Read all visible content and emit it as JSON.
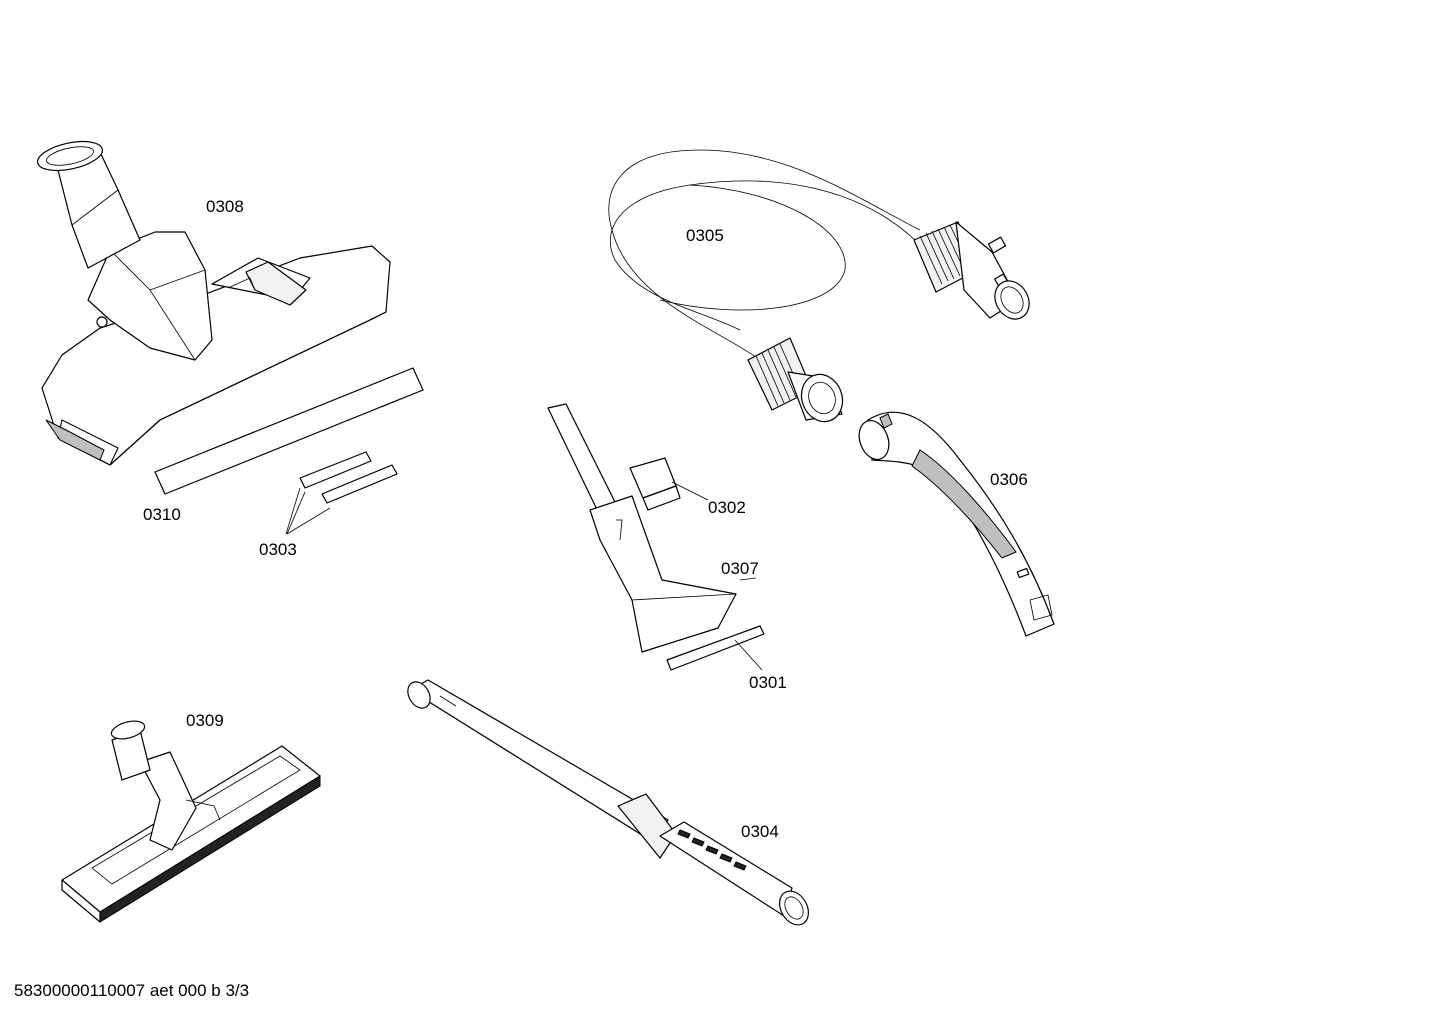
{
  "parts": [
    {
      "id": "p0308",
      "number": "0308",
      "part": "floor-nozzle"
    },
    {
      "id": "p0310",
      "number": "0310",
      "part": "nozzle-strip"
    },
    {
      "id": "p0303",
      "number": "0303",
      "part": "small-strips"
    },
    {
      "id": "p0305",
      "number": "0305",
      "part": "suction-hose"
    },
    {
      "id": "p0306",
      "number": "0306",
      "part": "hose-handle"
    },
    {
      "id": "p0302",
      "number": "0302",
      "part": "clip"
    },
    {
      "id": "p0307",
      "number": "0307",
      "part": "upholstery-nozzle"
    },
    {
      "id": "p0301",
      "number": "0301",
      "part": "nozzle-insert-strip"
    },
    {
      "id": "p0309",
      "number": "0309",
      "part": "parquet-brush"
    },
    {
      "id": "p0304",
      "number": "0304",
      "part": "telescopic-tube"
    }
  ],
  "labels": {
    "p0308": "0308",
    "p0310": "0310",
    "p0303": "0303",
    "p0305": "0305",
    "p0306": "0306",
    "p0302": "0302",
    "p0307": "0307",
    "p0301": "0301",
    "p0309": "0309",
    "p0304": "0304"
  },
  "footer": "58300000110007 aet 000 b 3/3"
}
